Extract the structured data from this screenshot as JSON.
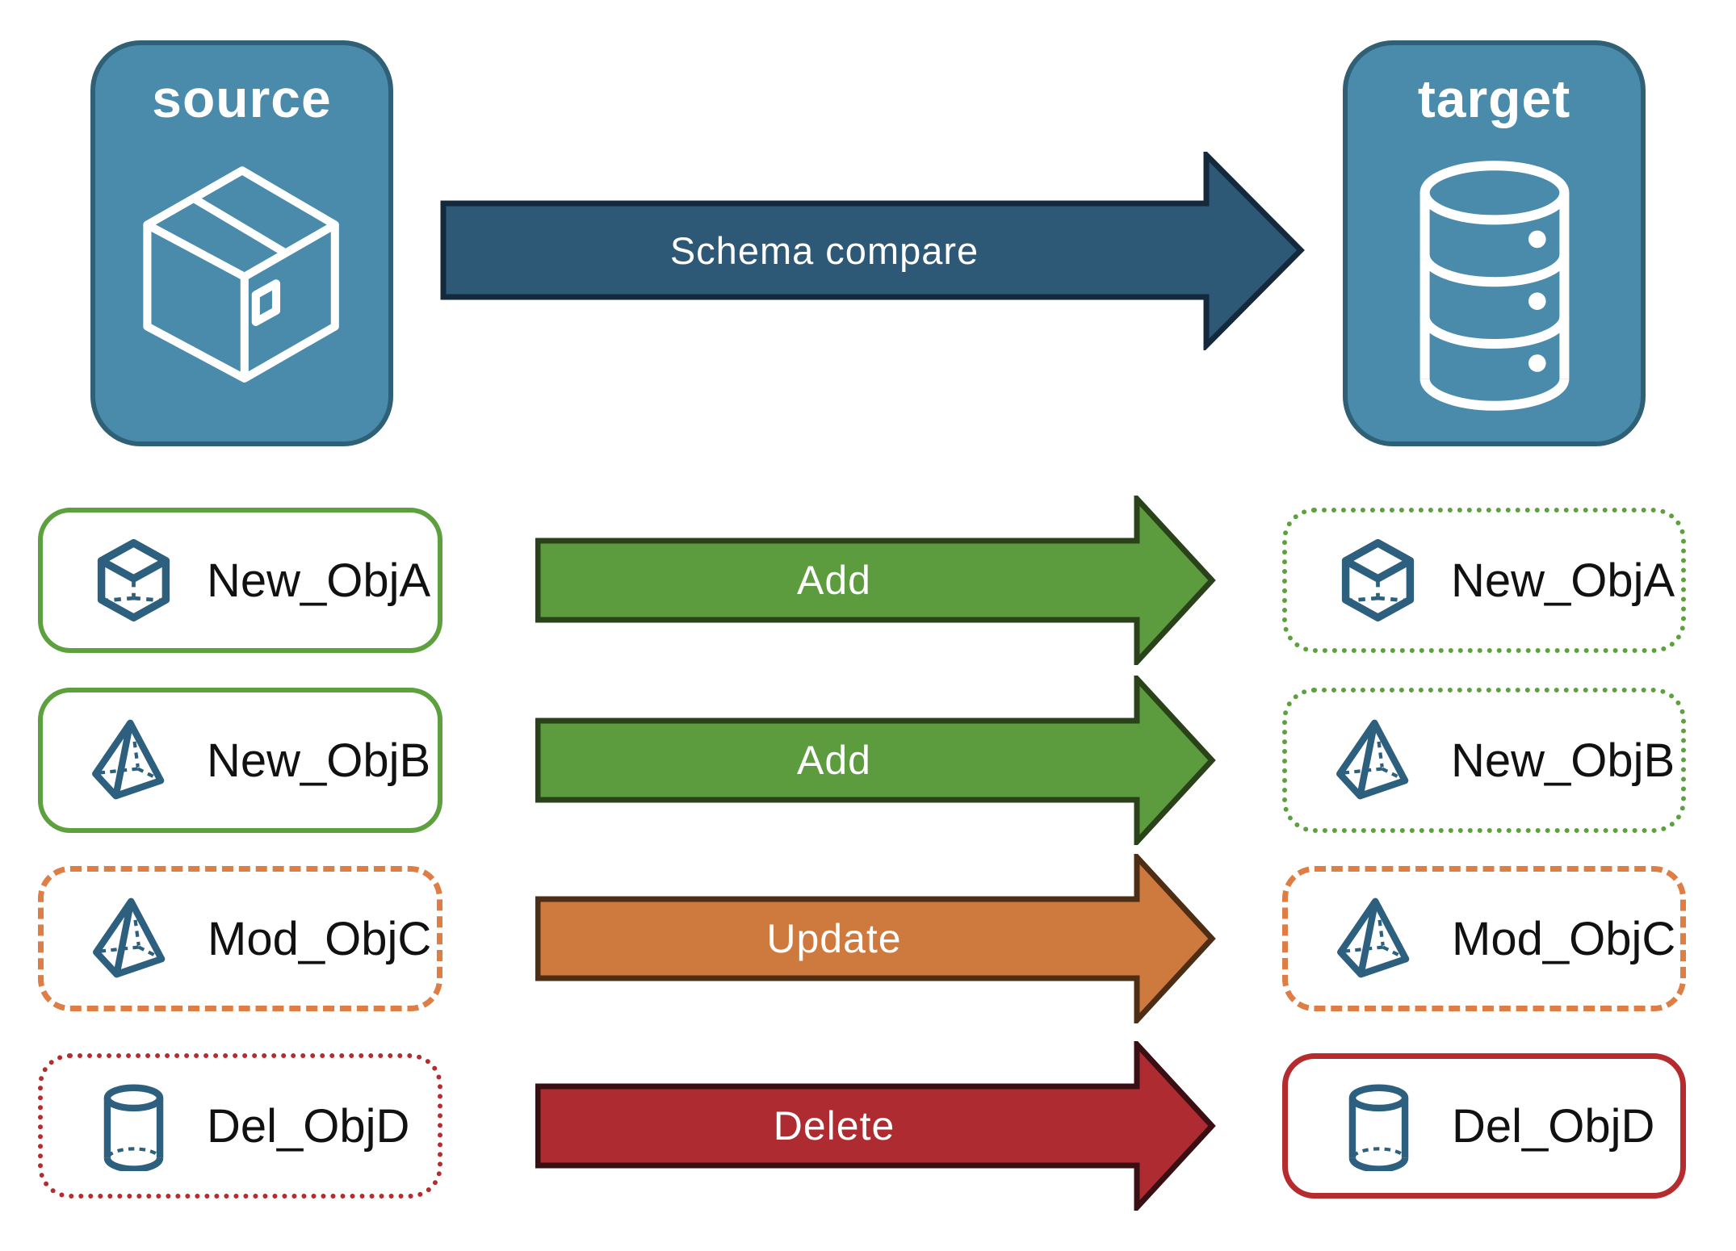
{
  "nodes": {
    "source": {
      "label": "source",
      "icon": "package-box-icon"
    },
    "target": {
      "label": "target",
      "icon": "database-icon"
    }
  },
  "compare_arrow": {
    "label": "Schema compare"
  },
  "rows": [
    {
      "object": "New_ObjA",
      "source_label": "New_ObjA",
      "target_label": "New_ObjA",
      "action": "Add",
      "icon": "cube-3d-icon",
      "icon_ref": "#sym-cube",
      "source_style": "solid-green",
      "target_style": "dotted-green"
    },
    {
      "object": "New_ObjB",
      "source_label": "New_ObjB",
      "target_label": "New_ObjB",
      "action": "Add",
      "icon": "pyramid-3d-icon",
      "icon_ref": "#sym-pyramid",
      "source_style": "solid-green",
      "target_style": "dotted-green"
    },
    {
      "object": "Mod_ObjC",
      "source_label": "Mod_ObjC",
      "target_label": "Mod_ObjC",
      "action": "Update",
      "icon": "pyramid-3d-icon",
      "icon_ref": "#sym-pyramid",
      "source_style": "dashed-orange",
      "target_style": "dashed-orange"
    },
    {
      "object": "Del_ObjD",
      "source_label": "Del_ObjD",
      "target_label": "Del_ObjD",
      "action": "Delete",
      "icon": "cylinder-3d-icon",
      "icon_ref": "#sym-cylinder",
      "source_style": "dotted-red",
      "target_style": "solid-red"
    }
  ],
  "colors": {
    "node_fill": "#4A8BAB",
    "node_border": "#2F6075",
    "compare_arrow_fill": "#2D5876",
    "compare_arrow_border": "#14293C",
    "add_arrow_fill": "#5C9C3F",
    "add_arrow_border": "#2A421A",
    "update_arrow_fill": "#CE7A3E",
    "update_arrow_border": "#4E2D15",
    "delete_arrow_fill": "#AE2C31",
    "delete_arrow_border": "#390F13",
    "green_outline": "#5CA13E",
    "orange_outline": "#DE7E45",
    "red_outline": "#B52B2E",
    "object_icon_color": "#2D5F7E",
    "label_text": "#111111",
    "node_text": "#ffffff"
  }
}
